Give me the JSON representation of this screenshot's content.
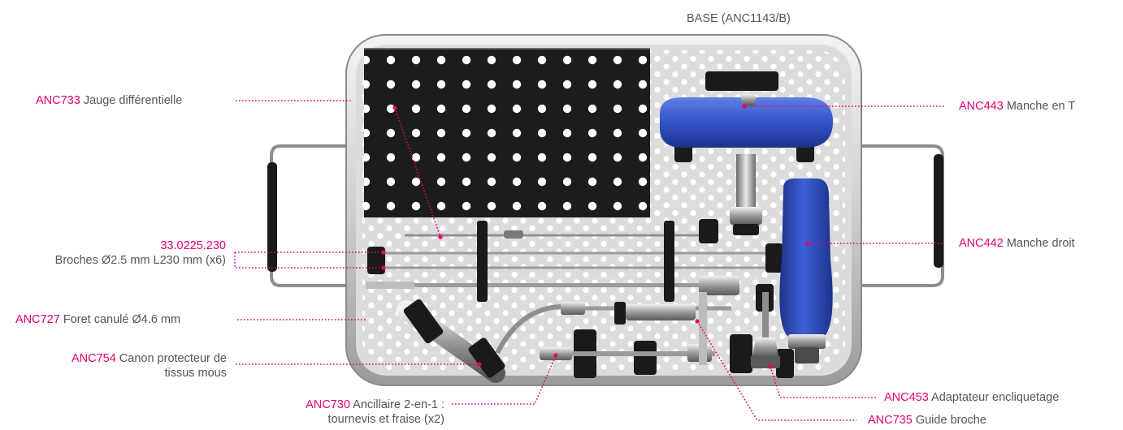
{
  "base_label": "BASE (ANC1143/B)",
  "labels": {
    "anc733": {
      "code": "ANC733",
      "text": "Jauge différentielle"
    },
    "broches": {
      "code": "33.0225.230",
      "text": "Broches Ø2.5 mm L230 mm (x6)"
    },
    "anc727": {
      "code": "ANC727",
      "text": "Foret canulé Ø4.6 mm"
    },
    "anc754": {
      "code": "ANC754",
      "text": "Canon protecteur de",
      "text2": "tissus mous"
    },
    "anc730": {
      "code": "ANC730",
      "text": "Ancillaire 2-en-1 :",
      "text2": "tournevis et fraise (x2)"
    },
    "anc443": {
      "code": "ANC443",
      "text": "Manche en T"
    },
    "anc442": {
      "code": "ANC442",
      "text": "Manche droit"
    },
    "anc453": {
      "code": "ANC453",
      "text": "Adaptateur encliquetage"
    },
    "anc735": {
      "code": "ANC735",
      "text": "Guide broche"
    }
  },
  "colors": {
    "accent": "#e6006e",
    "label_text": "#555555",
    "handle_blue": "#2f4fc4",
    "tray_metal": "#e2e2e2",
    "rack_black": "#1c1c1c"
  }
}
